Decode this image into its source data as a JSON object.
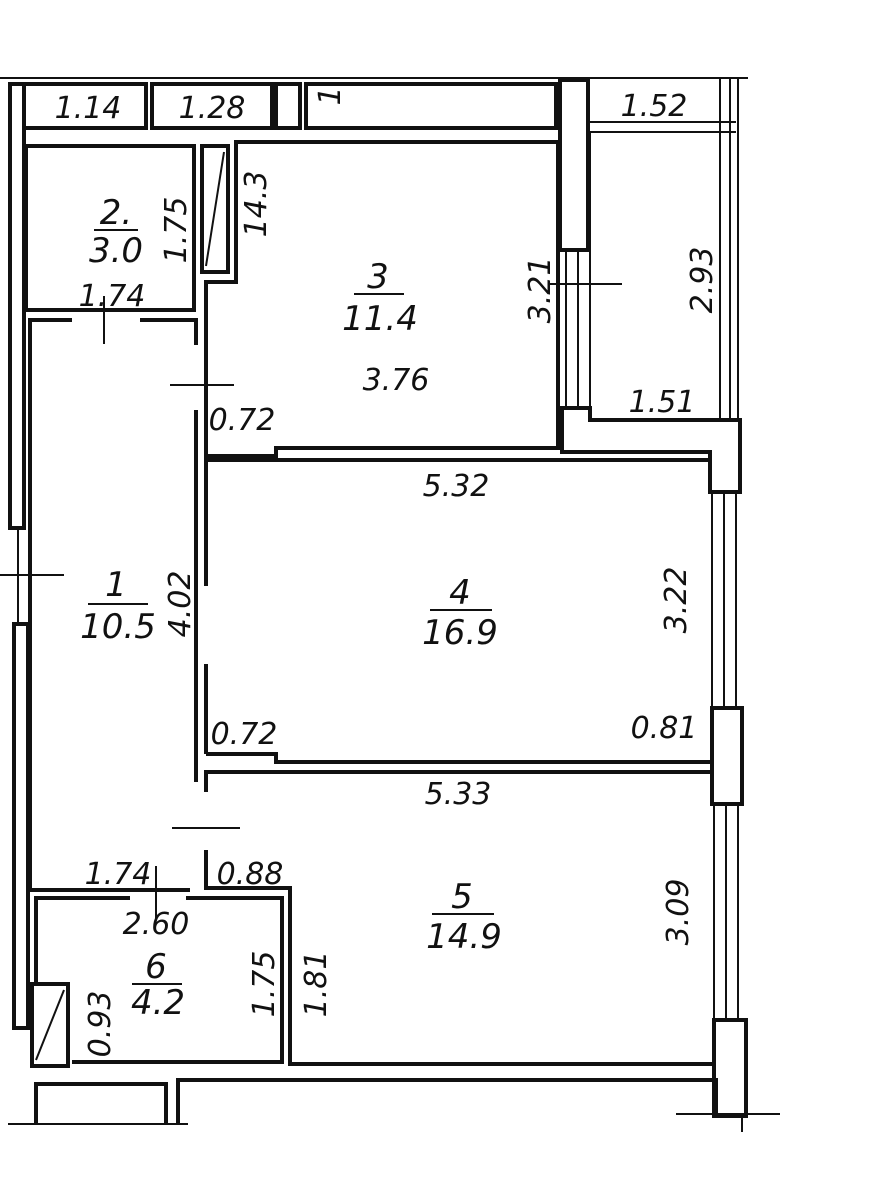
{
  "rooms": [
    {
      "number": "1",
      "area": "10.5"
    },
    {
      "number": "2.",
      "area": "3.0"
    },
    {
      "number": "3",
      "area": "11.4"
    },
    {
      "number": "4",
      "area": "16.9"
    },
    {
      "number": "5",
      "area": "14.9"
    },
    {
      "number": "6",
      "area": "4.2"
    }
  ],
  "dimensions": {
    "strip_1_14": "1.14",
    "strip_1_28": "1.28",
    "strip_1": "1",
    "balcony_1_52": "1.52",
    "room2_height": "1.75",
    "room2_width": "1.74",
    "room3_closet": "14.3",
    "room3_side": "3.21",
    "room3_width": "3.76",
    "room3_door": "0.72",
    "balcony_height": "2.93",
    "balcony_width": "1.51",
    "room4_top": "5.32",
    "room4_right": "3.22",
    "room4_door_left": "0.72",
    "room4_door_right": "0.81",
    "room1_side": "4.02",
    "room5_top": "5.33",
    "room5_right": "3.09",
    "room5_left": "1.81",
    "hall_width": "1.74",
    "hall_door": "0.88",
    "room6_width": "2.60",
    "room6_height": "1.75",
    "room6_closet": "0.93"
  }
}
